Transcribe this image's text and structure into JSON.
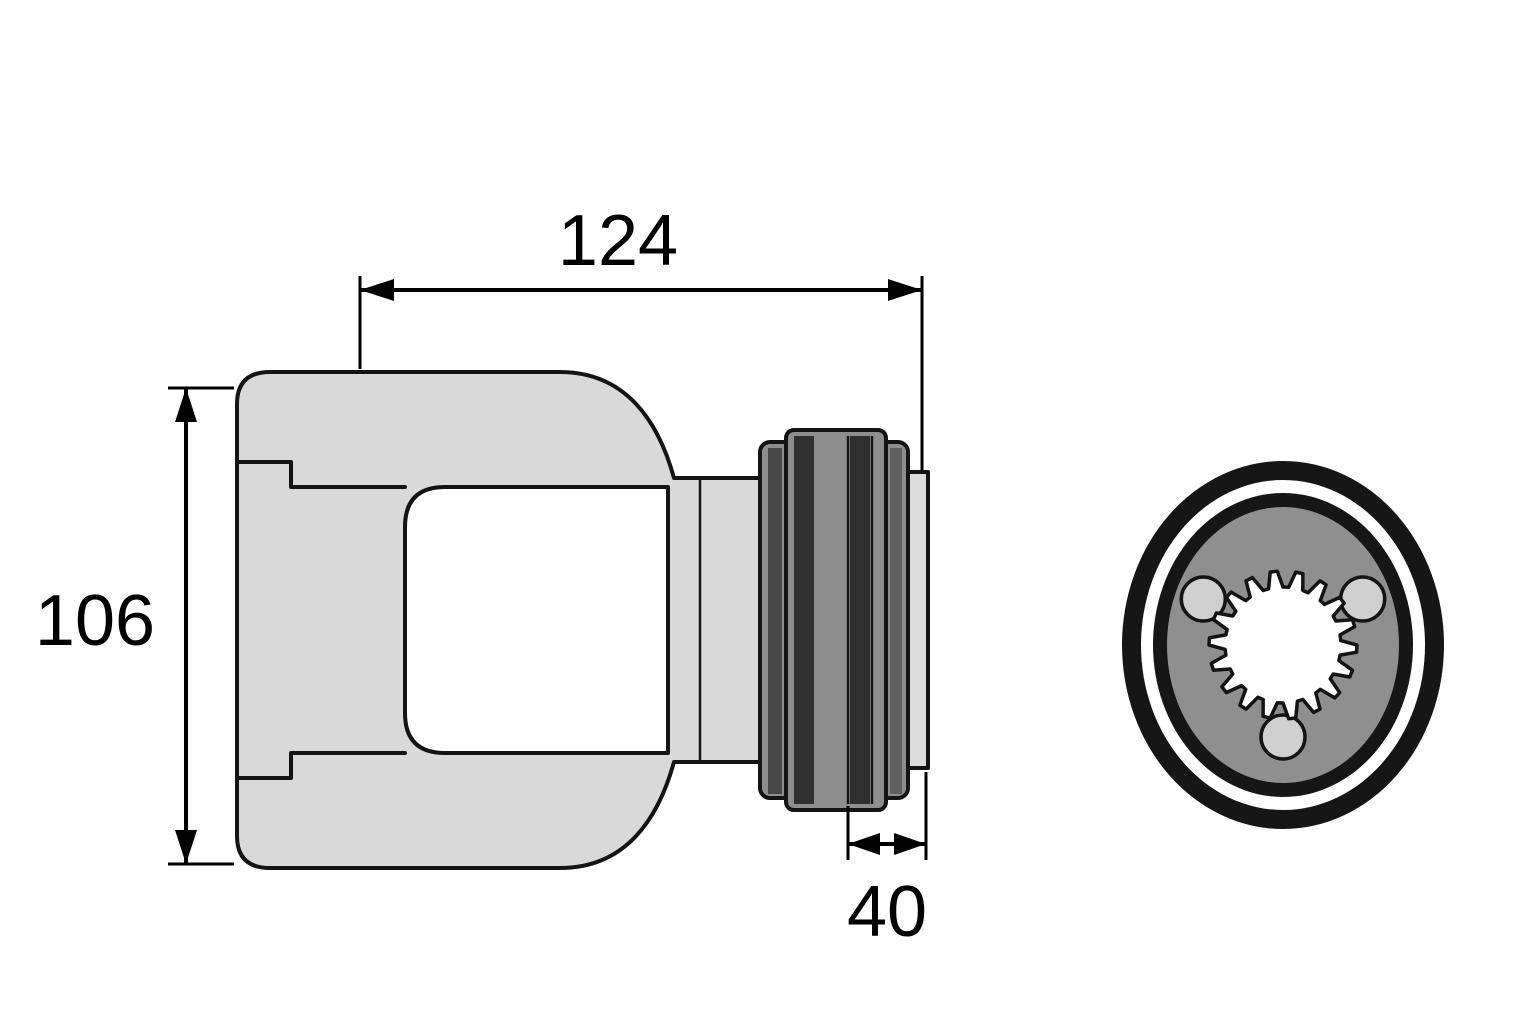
{
  "dimensions": {
    "overall_length": {
      "value": "124"
    },
    "overall_height": {
      "value": "106"
    },
    "collar_width": {
      "value": "40"
    }
  },
  "end_view": {
    "spline_teeth": 18,
    "pin_count": 3,
    "pin_angles_deg": [
      90,
      210,
      330
    ],
    "pin_orbit_radius": 92,
    "pin_radius": 22
  },
  "colors": {
    "outline": "#141414",
    "body_fill": "#d9d9d9",
    "boot_fill": "#8e8e8e",
    "boot_rib_dark": "#303030",
    "end_disc": "#8f8f8f",
    "pin_fill": "#cfcfcf"
  }
}
